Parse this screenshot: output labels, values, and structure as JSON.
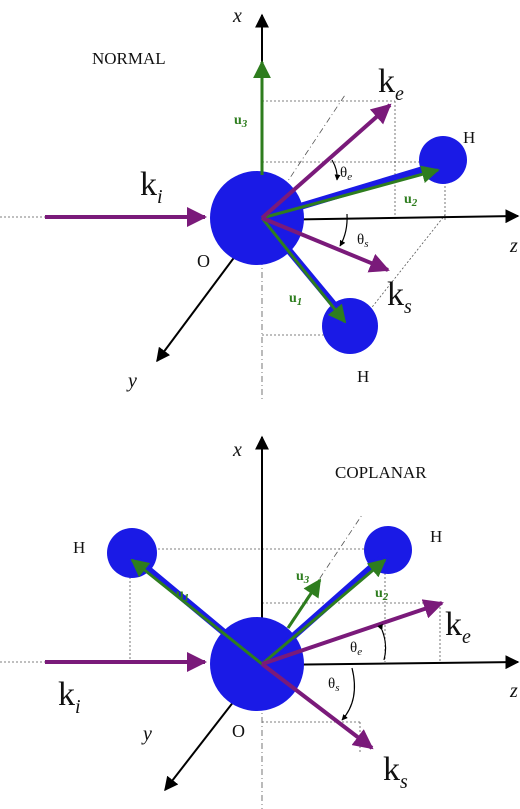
{
  "panels": [
    {
      "title": "NORMAL",
      "axes": {
        "x": "x",
        "y": "y",
        "z": "z"
      },
      "origin": "O",
      "atoms": [
        "H",
        "H"
      ],
      "vectors": {
        "ki": {
          "main": "k",
          "sub": "i"
        },
        "ke": {
          "main": "k",
          "sub": "e"
        },
        "ks": {
          "main": "k",
          "sub": "s"
        }
      },
      "unit_vectors": [
        {
          "main": "u",
          "sub": "1"
        },
        {
          "main": "u",
          "sub": "2"
        },
        {
          "main": "u",
          "sub": "3"
        }
      ],
      "angles": {
        "theta_e": {
          "main": "θ",
          "sub": "e"
        },
        "theta_s": {
          "main": "θ",
          "sub": "s"
        }
      }
    },
    {
      "title": "COPLANAR",
      "axes": {
        "x": "x",
        "y": "y",
        "z": "z"
      },
      "origin": "O",
      "atoms": [
        "H",
        "H"
      ],
      "vectors": {
        "ki": {
          "main": "k",
          "sub": "i"
        },
        "ke": {
          "main": "k",
          "sub": "e"
        },
        "ks": {
          "main": "k",
          "sub": "s"
        }
      },
      "unit_vectors": [
        {
          "main": "u",
          "sub": "1"
        },
        {
          "main": "u",
          "sub": "2"
        },
        {
          "main": "u",
          "sub": "3"
        }
      ],
      "angles": {
        "theta_e": {
          "main": "θ",
          "sub": "e"
        },
        "theta_s": {
          "main": "θ",
          "sub": "s"
        }
      }
    }
  ],
  "colors": {
    "atom": "#1a1ae6",
    "k_vectors": "#7a1a7a",
    "u_vectors": "#2e7d1e",
    "axes": "#000000",
    "guides": "#555555"
  }
}
